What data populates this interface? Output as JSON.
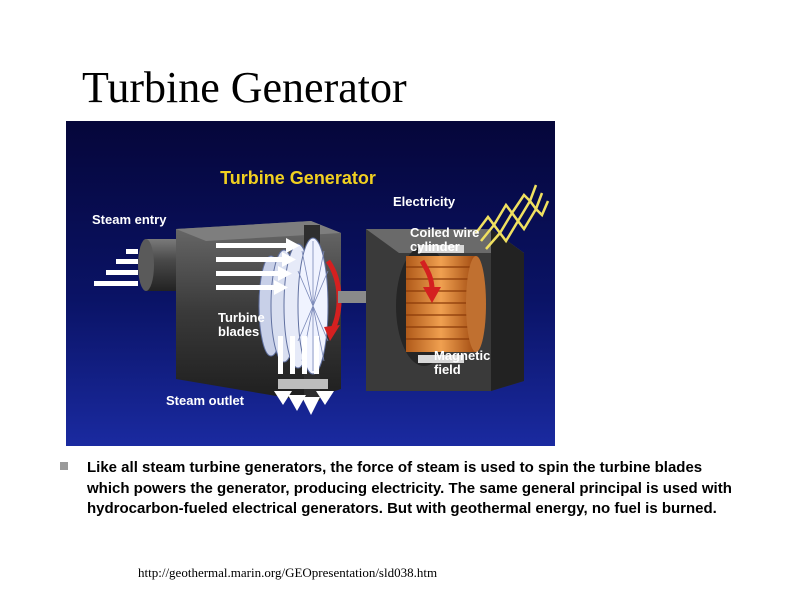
{
  "slide": {
    "title": "Turbine Generator",
    "bullet": "Like all steam turbine generators, the force of steam is used to spin the turbine blades which powers the generator, producing electricity. The same general principal is used with hydrocarbon-fueled electrical generators.  But with geothermal energy, no fuel is burned.",
    "source_url": "http://geothermal.marin.org/GEOpresentation/sld038.htm"
  },
  "figure": {
    "title": "Turbine Generator",
    "labels": {
      "steam_entry": "Steam entry",
      "electricity": "Electricity",
      "coiled_wire_line1": "Coiled wire",
      "coiled_wire_line2": "cylinder",
      "turbine_blades_line1": "Turbine",
      "turbine_blades_line2": "blades",
      "magnetic_field_line1": "Magnetic",
      "magnetic_field_line2": "field",
      "steam_outlet": "Steam outlet"
    },
    "colors": {
      "background_top": "#05063a",
      "background_bottom": "#1a2aa0",
      "title": "#f0d020",
      "label": "#ffffff",
      "housing": "#3a3a3a",
      "copper": "#e08a3a",
      "rotation_arrow": "#d42020",
      "lightning": "#f0e060"
    }
  }
}
